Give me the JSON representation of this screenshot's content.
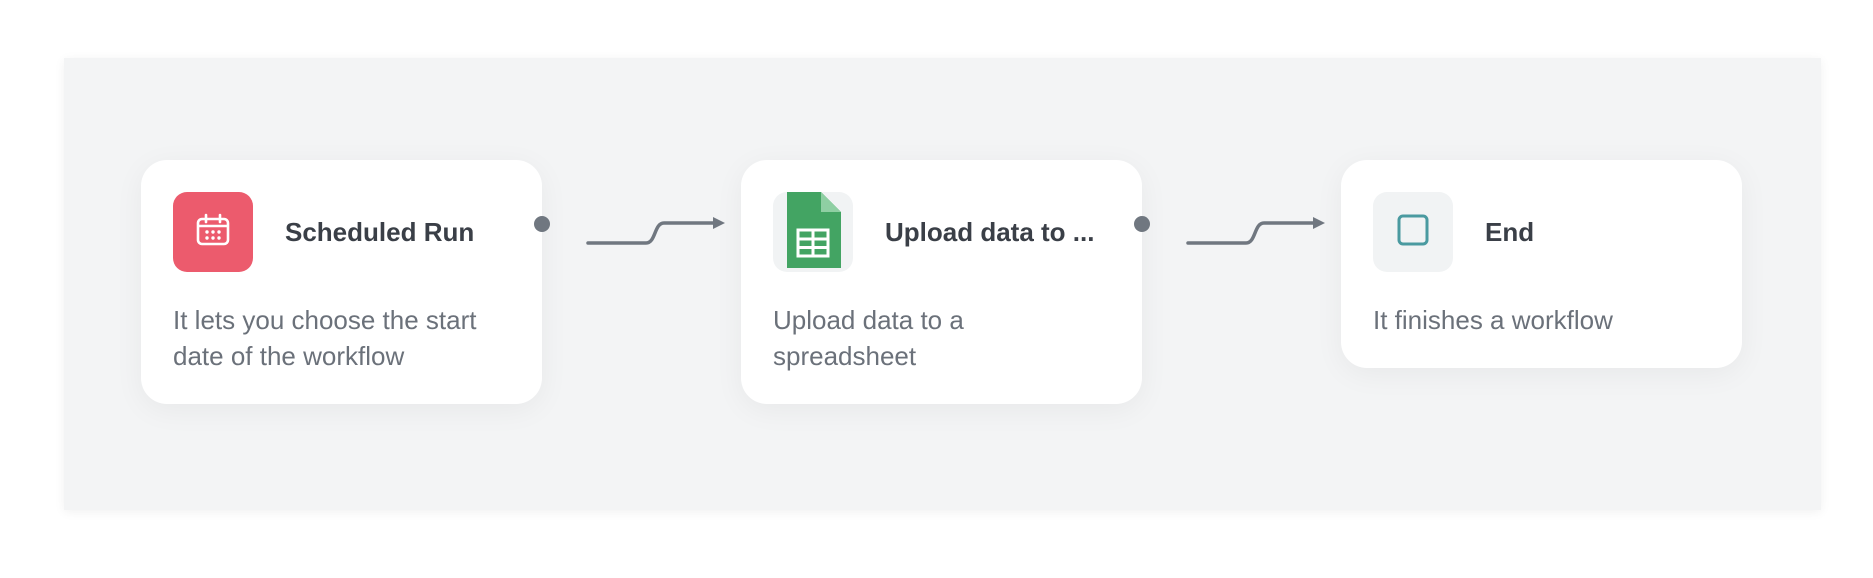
{
  "workflow": {
    "nodes": [
      {
        "title": "Scheduled Run",
        "description": "It lets you choose the start date of the workflow",
        "icon": "calendar-icon",
        "icon_bg": "#ec5b6d"
      },
      {
        "title": "Upload data to ...",
        "description": "Upload data to a spreadsheet",
        "icon": "google-sheets-icon",
        "icon_bg": "#f1f3f4",
        "icon_color": "#43a463"
      },
      {
        "title": "End",
        "description": "It finishes a workflow",
        "icon": "end-square-icon",
        "icon_bg": "#f1f3f4",
        "icon_color": "#4a9aa0"
      }
    ],
    "colors": {
      "canvas_bg": "#f3f4f5",
      "connector": "#707780",
      "title": "#3a3f47",
      "description": "#6b717a"
    }
  }
}
